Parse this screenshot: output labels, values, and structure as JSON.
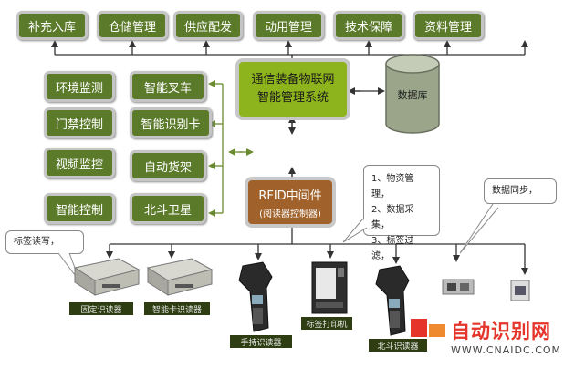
{
  "top_modules": [
    "补充入库",
    "仓储管理",
    "供应配发",
    "动用管理",
    "技术保障",
    "资料管理"
  ],
  "left_modules": {
    "col1": [
      "环境监测",
      "门禁控制",
      "视频监控",
      "智能控制"
    ],
    "col2": [
      "智能叉车",
      "智能识别卡",
      "自动货架",
      "北斗卫星"
    ]
  },
  "core_system": {
    "line1": "通信装备物联网",
    "line2": "智能管理系统"
  },
  "database": {
    "label": "数据库"
  },
  "middleware": {
    "line1": "RFID中间件",
    "line2": "(阅读器控制器)"
  },
  "middleware_functions": [
    "1、物资管理，",
    "2、数据采集，",
    "3、标签过滤，"
  ],
  "callouts": {
    "tag_write": "标签读写，",
    "data_sync": "数据同步，"
  },
  "devices": {
    "reader1": "固定识读器",
    "reader2": "智能卡识读器",
    "handheld1": "手持识读器",
    "printer": "标签打印机",
    "handheld2": "北斗识读器"
  },
  "watermark": {
    "cn": "自动识别网",
    "en": "WWW.CNAIDC.COM"
  },
  "colors": {
    "module": "#5b7a2a",
    "core": "#8db31d",
    "middleware": "#a0622a",
    "database": "#9aa58a"
  }
}
